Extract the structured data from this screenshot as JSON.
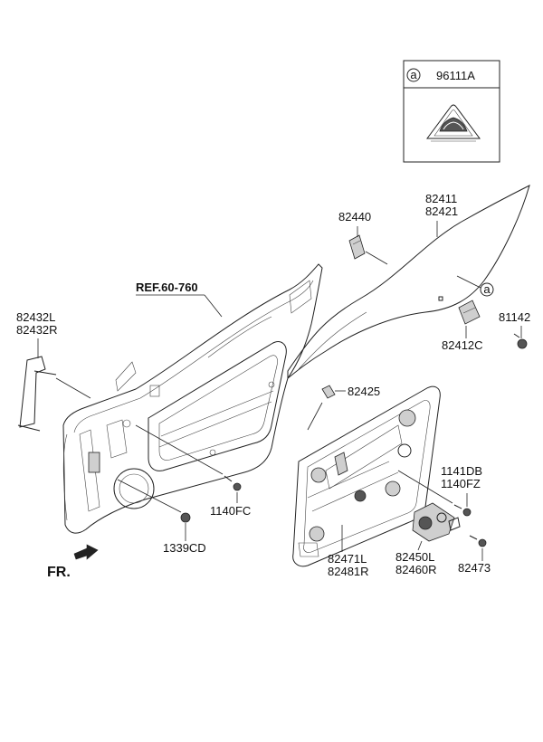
{
  "legend": {
    "ref_letter": "a",
    "part_number": "96111A"
  },
  "glass": {
    "label_left": "82411",
    "label_right": "82421",
    "ref_letter": "a"
  },
  "labels": {
    "p82440": "82440",
    "p81142": "81142",
    "p82412c": "82412C",
    "ref_60_760": "REF.60-760",
    "p82432l": "82432L",
    "p82432r": "82432R",
    "p82425": "82425",
    "p1141db": "1141DB",
    "p1140fz": "1140FZ",
    "p1140fc": "1140FC",
    "p1339cd": "1339CD",
    "p82471l": "82471L",
    "p82481r": "82481R",
    "p82450l": "82450L",
    "p82460r": "82460R",
    "p82473": "82473",
    "front": "FR."
  }
}
